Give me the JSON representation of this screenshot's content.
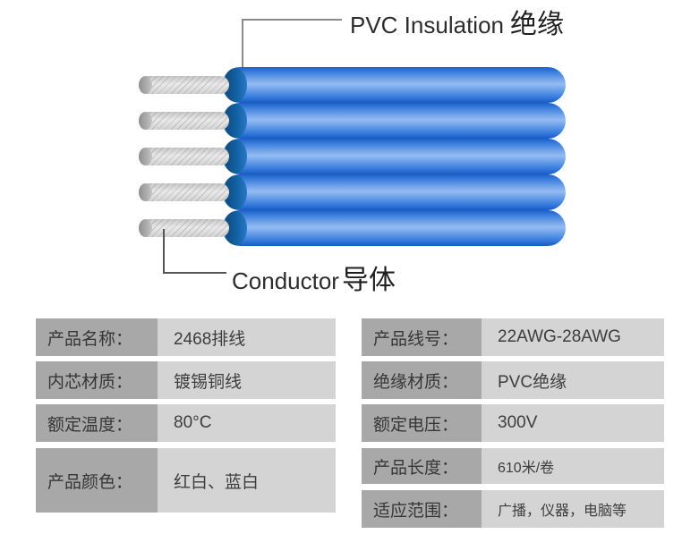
{
  "diagram": {
    "insulation_label_en": "PVC Insulation",
    "insulation_label_zh": "绝缘",
    "conductor_label_en": "Conductor",
    "conductor_label_zh": "导体"
  },
  "colors": {
    "tube_blue": "#3b7edf",
    "tube_highlight": "#95bbf1",
    "tube_cap_dark": "#0a4a80",
    "conductor_grey": "#d8d8d8",
    "leader_line": "#8a8a8a",
    "table_label_bg": "#a8a8a8",
    "table_value_bg": "#d4d4d4",
    "text_dark": "#2d2d2d"
  },
  "spec_table_left": {
    "rows": [
      {
        "label": "产品名称：",
        "value": "2468排线"
      },
      {
        "label": "内芯材质：",
        "value": "镀锡铜线"
      },
      {
        "label": "额定温度：",
        "value": "80°C"
      },
      {
        "label": "产品颜色：",
        "value": "红白、蓝白"
      }
    ]
  },
  "spec_table_right": {
    "rows": [
      {
        "label": "产品线号：",
        "value": "22AWG-28AWG"
      },
      {
        "label": "绝缘材质：",
        "value": "PVC绝缘"
      },
      {
        "label": "额定电压：",
        "value": "300V"
      },
      {
        "label": "产品长度：",
        "value": "610米/卷"
      },
      {
        "label": "适应范围：",
        "value": "广播，仪器，电脑等"
      }
    ]
  }
}
